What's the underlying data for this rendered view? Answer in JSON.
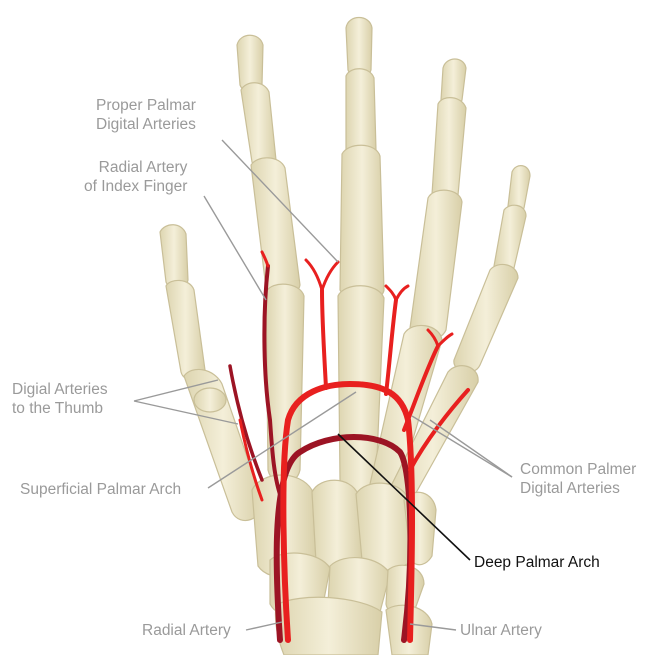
{
  "labels": {
    "proper_palmar": {
      "line1": "Proper Palmar",
      "line2": "Digital Arteries"
    },
    "radial_index": {
      "line1": "Radial Artery",
      "line2": "of Index Finger"
    },
    "digital_thumb": {
      "line1": "Digial Arteries",
      "line2": "to the Thumb"
    },
    "superficial_arch": "Superficial Palmar Arch",
    "common_palmer": {
      "line1": "Common Palmer",
      "line2": "Digital Arteries"
    },
    "deep_arch": "Deep Palmar Arch",
    "radial_artery": "Radial Artery",
    "ulnar_artery": "Ulnar Artery"
  },
  "colors": {
    "bone_fill": "#ede7c9",
    "bone_edge": "#c9bf98",
    "artery_red": "#e8201f",
    "artery_dark": "#9c1424",
    "leader_gray": "#9a9a9a",
    "leader_dark": "#111111"
  }
}
